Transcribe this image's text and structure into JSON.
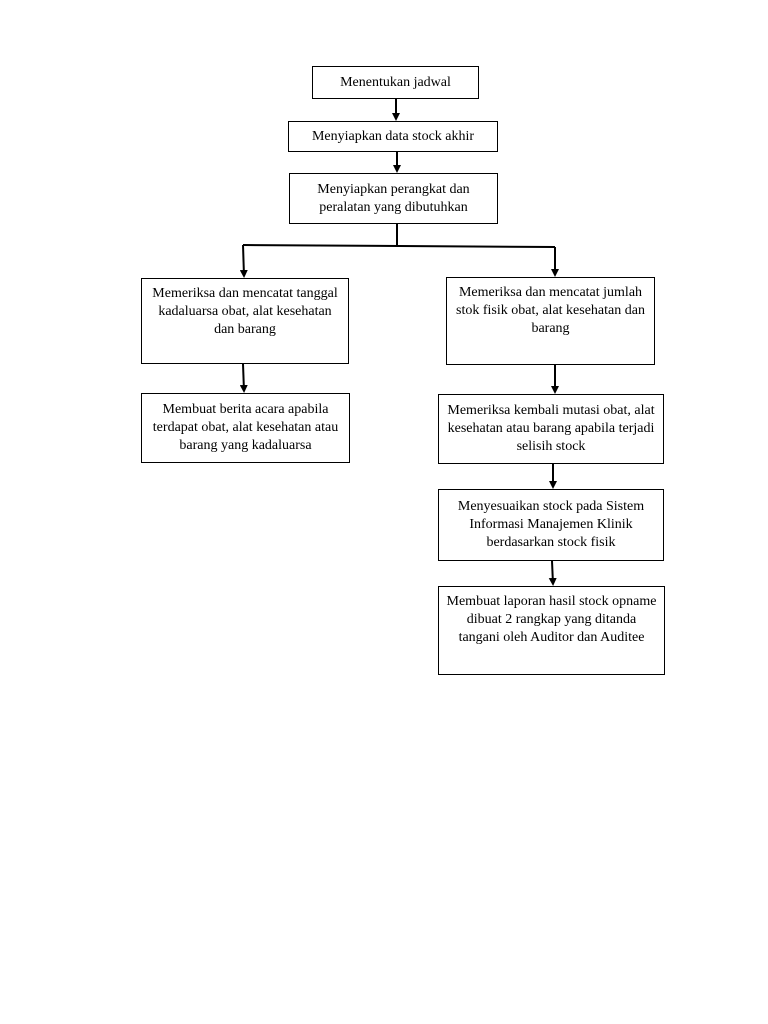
{
  "flowchart": {
    "steps": {
      "jadwal": "Menentukan jadwal",
      "stock_akhir": "Menyiapkan data stock akhir",
      "perangkat": "Menyiapkan perangkat dan peralatan yang dibutuhkan",
      "kadaluarsa": "Memeriksa dan mencatat tanggal kadaluarsa obat, alat kesehatan dan barang",
      "stok_fisik": "Memeriksa dan mencatat jumlah stok fisik obat, alat kesehatan dan barang",
      "berita_acara": "Membuat berita acara apabila terdapat obat, alat kesehatan atau barang yang kadaluarsa",
      "mutasi": "Memeriksa kembali mutasi obat, alat kesehatan atau barang apabila terjadi selisih stock",
      "sim_klinik": "Menyesuaikan stock pada Sistem Informasi Manajemen Klinik berdasarkan stock fisik",
      "laporan": "Membuat laporan hasil stock opname dibuat 2 rangkap yang ditanda tangani oleh Auditor dan Auditee"
    }
  }
}
